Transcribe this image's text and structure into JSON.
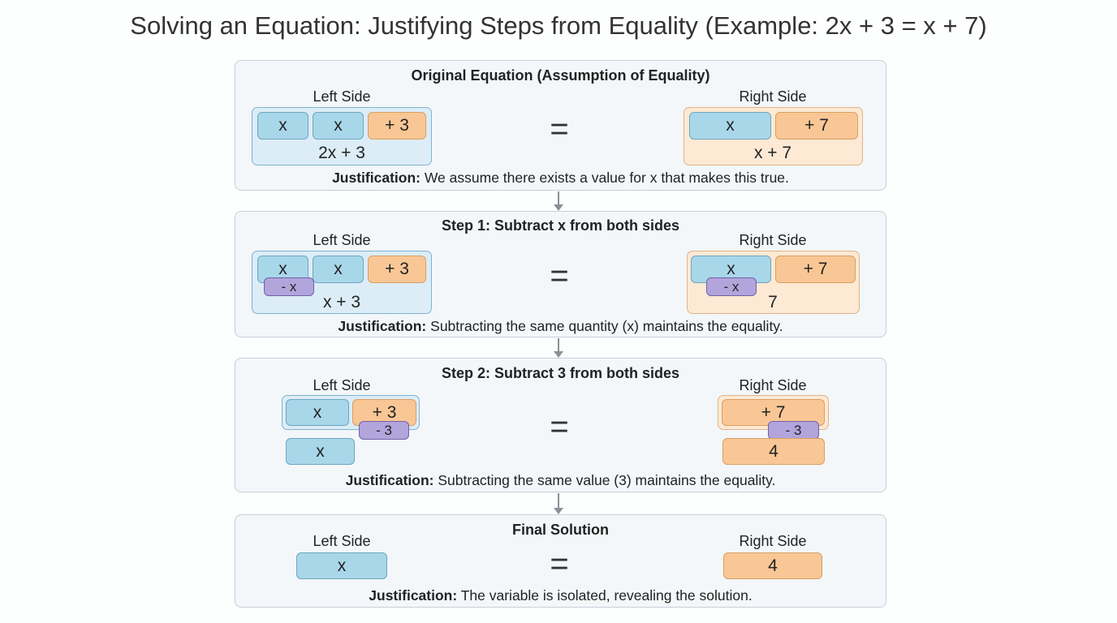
{
  "title": "Solving an Equation: Justifying Steps from Equality (Example: 2x + 3 = x + 7)",
  "labels": {
    "left": "Left Side",
    "right": "Right Side",
    "equals": "=",
    "justification": "Justification:"
  },
  "panels": [
    {
      "title": "Original Equation (Assumption of Equality)",
      "left_tiles": [
        "x",
        "x",
        "+ 3"
      ],
      "left_expr": "2x + 3",
      "right_tiles": [
        "x",
        "+ 7"
      ],
      "right_expr": "x + 7",
      "justification": "We assume there exists a value for x that makes this true."
    },
    {
      "title": "Step 1: Subtract x from both sides",
      "left_tiles": [
        "x",
        "x",
        "+ 3"
      ],
      "left_sub": "- x",
      "left_expr": "x + 3",
      "right_tiles": [
        "x",
        "+ 7"
      ],
      "right_sub": "- x",
      "right_expr": "7",
      "justification": "Subtracting the same quantity (x) maintains the equality."
    },
    {
      "title": "Step 2: Subtract 3 from both sides",
      "left_tiles": [
        "x",
        "+ 3"
      ],
      "left_sub": "- 3",
      "left_result": "x",
      "right_tiles": [
        "+ 7"
      ],
      "right_sub": "- 3",
      "right_result": "4",
      "justification": "Subtracting the same value (3) maintains the equality."
    },
    {
      "title": "Final Solution",
      "left_result": "x",
      "right_result": "4",
      "justification": "The variable is isolated, revealing the solution."
    }
  ],
  "colors": {
    "variable_tile": "#a9d7ea",
    "constant_tile": "#f9c795",
    "subtraction_tile": "#b2a5dc",
    "panel": "#f3f7fa"
  }
}
